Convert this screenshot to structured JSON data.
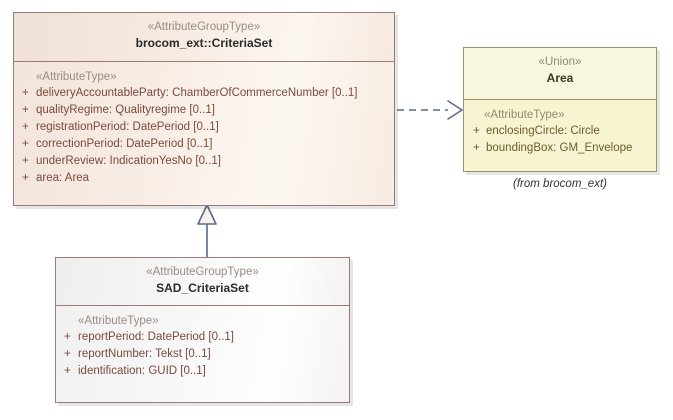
{
  "diagram": {
    "type": "uml-class-diagram",
    "background": "#ffffff",
    "classes": [
      {
        "id": "criteriaset",
        "stereotype": "«AttributeGroupType»",
        "name": "brocom_ext::CriteriaSet",
        "compartment_stereotype": "«AttributeType»",
        "fill": "#f7ece4",
        "border": "#9c7b74",
        "attributes": [
          {
            "visibility": "+",
            "text": "deliveryAccountableParty: ChamberOfCommerceNumber [0..1]"
          },
          {
            "visibility": "+",
            "text": "qualityRegime: Qualityregime [0..1]"
          },
          {
            "visibility": "+",
            "text": "registrationPeriod: DatePeriod [0..1]"
          },
          {
            "visibility": "+",
            "text": "correctionPeriod: DatePeriod [0..1]"
          },
          {
            "visibility": "+",
            "text": "underReview: IndicationYesNo [0..1]"
          },
          {
            "visibility": "+",
            "text": "area: Area"
          }
        ]
      },
      {
        "id": "sad_criteriaset",
        "stereotype": "«AttributeGroupType»",
        "name": "SAD_CriteriaSet",
        "compartment_stereotype": "«AttributeType»",
        "fill": "#f7f7f7",
        "border": "#9c7b74",
        "attributes": [
          {
            "visibility": "+",
            "text": "reportPeriod: DatePeriod [0..1]"
          },
          {
            "visibility": "+",
            "text": "reportNumber: Tekst [0..1]"
          },
          {
            "visibility": "+",
            "text": "identification: GUID [0..1]"
          }
        ]
      },
      {
        "id": "area",
        "stereotype": "«Union»",
        "name": "Area",
        "compartment_stereotype": "«AttributeType»",
        "fill": "#f7f5d8",
        "border": "#a09067",
        "package_note": "(from brocom_ext)",
        "attributes": [
          {
            "visibility": "+",
            "text": "enclosingCircle: Circle"
          },
          {
            "visibility": "+",
            "text": "boundingBox: GM_Envelope"
          }
        ]
      }
    ],
    "connectors": [
      {
        "id": "dependency-criteriaset-to-area",
        "kind": "dependency",
        "style": "dashed-open-arrow",
        "color": "#5a6a8c",
        "from": "criteriaset",
        "to": "area"
      },
      {
        "id": "generalization-sad-to-criteriaset",
        "kind": "generalization",
        "style": "solid-hollow-triangle",
        "color": "#5a6a8c",
        "from": "sad_criteriaset",
        "to": "criteriaset"
      }
    ]
  }
}
